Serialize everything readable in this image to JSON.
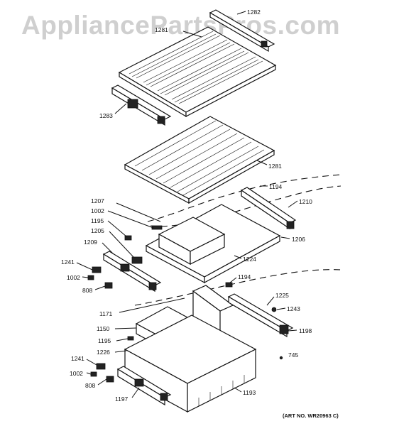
{
  "watermark": "AppliancePartsPros.com",
  "art_number": "(ART NO. WR20963 C)",
  "callouts": {
    "c1282": "1282",
    "c1281_top": "1281",
    "c1283": "1283",
    "c1281_mid": "1281",
    "c1194_a": "1194",
    "c1210": "1210",
    "c1207": "1207",
    "c1002_a": "1002",
    "c1195_a": "1195",
    "c1205": "1205",
    "c1206": "1206",
    "c1209": "1209",
    "c1224": "1224",
    "c1241_a": "1241",
    "c1002_b": "1002",
    "c808_a": "808",
    "c1194_b": "1194",
    "c1225": "1225",
    "c1243": "1243",
    "c1171": "1171",
    "c1150": "1150",
    "c1198": "1198",
    "c1195_b": "1195",
    "c1226": "1226",
    "c745": "745",
    "c1241_b": "1241",
    "c1002_c": "1002",
    "c808_b": "808",
    "c1197": "1197",
    "c1193": "1193"
  }
}
